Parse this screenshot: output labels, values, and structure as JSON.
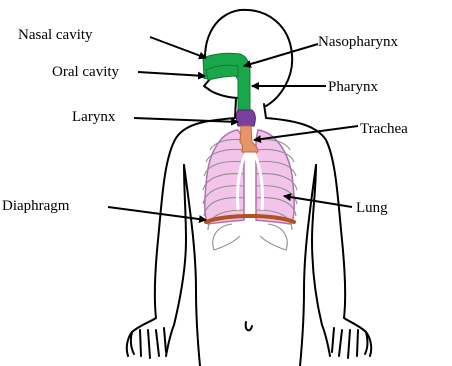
{
  "diagram": {
    "labels": {
      "nasal_cavity": "Nasal cavity",
      "oral_cavity": "Oral cavity",
      "larynx": "Larynx",
      "diaphragm": "Diaphragm",
      "nasopharynx": "Nasopharynx",
      "pharynx": "Pharynx",
      "trachea": "Trachea",
      "lung": "Lung"
    },
    "colors": {
      "airway": "#1aa64a",
      "larynx": "#7b3fa0",
      "trachea": "#e8946a",
      "lung_fill": "#f2c4ea",
      "lung_stroke": "#b070b0",
      "diaphragm": "#b5501f",
      "outline": "#000000",
      "rib": "#9a9a9a"
    }
  }
}
